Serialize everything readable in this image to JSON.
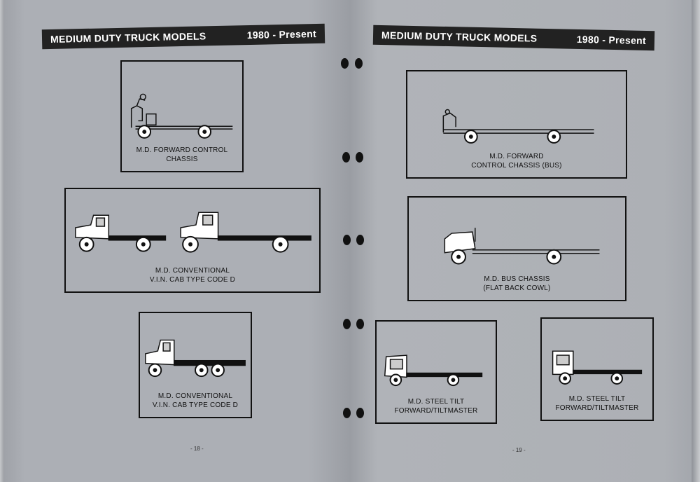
{
  "left_page": {
    "header_title": "MEDIUM DUTY TRUCK MODELS",
    "header_years": "1980 - Present",
    "figures": [
      {
        "caption": "M.D. FORWARD CONTROL\nCHASSIS"
      },
      {
        "caption": "M.D. CONVENTIONAL\nV.I.N. CAB TYPE CODE D"
      },
      {
        "caption": "M.D. CONVENTIONAL\nV.I.N. CAB TYPE CODE D"
      }
    ],
    "page_number": "- 18 -"
  },
  "right_page": {
    "header_title": "MEDIUM DUTY TRUCK MODELS",
    "header_years": "1980 - Present",
    "figures": [
      {
        "caption": "M.D. FORWARD\nCONTROL CHASSIS (BUS)"
      },
      {
        "caption": "M.D. BUS CHASSIS\n(FLAT BACK COWL)"
      },
      {
        "caption": "M.D. STEEL TILT\nFORWARD/TILTMASTER"
      },
      {
        "caption": "M.D. STEEL TILT\nFORWARD/TILTMASTER"
      }
    ],
    "page_number": "- 19 -"
  }
}
